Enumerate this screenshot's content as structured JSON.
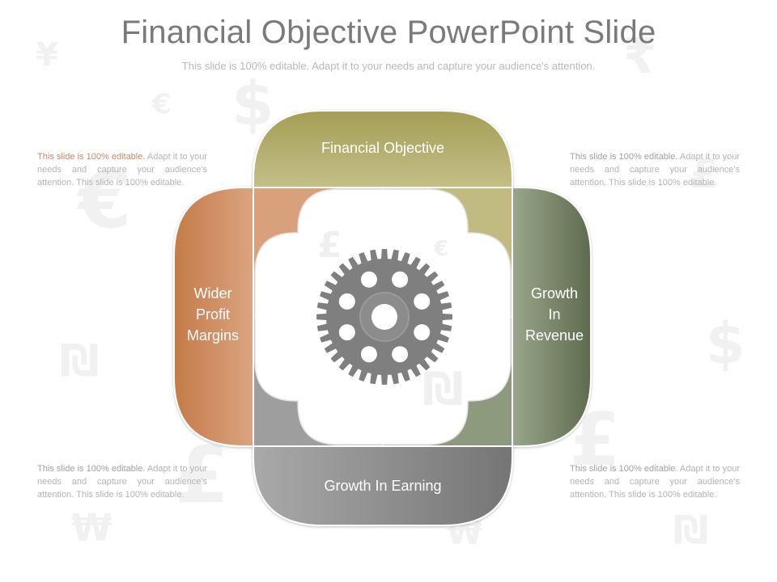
{
  "slide": {
    "title": "Financial Objective PowerPoint Slide",
    "subtitle": "This slide is 100% editable. Adapt it to your needs and capture your audience's attention."
  },
  "diagram": {
    "top": {
      "label": "Financial Objective",
      "color_light": "#c4bf88",
      "color_dark": "#a49e55"
    },
    "left": {
      "label_lines": [
        "Wider",
        "Profit",
        "Margins"
      ],
      "color_light": "#dba480",
      "color_dark": "#c57a48"
    },
    "right": {
      "label_lines": [
        "Growth",
        "In",
        "Revenue"
      ],
      "color_light": "#9aa68a",
      "color_dark": "#5f6b4f"
    },
    "bottom": {
      "label": "Growth In Earning",
      "color_light": "#a9a9a9",
      "color_dark": "#757575"
    },
    "center_icon": "gear-icon",
    "gear_color": "#7f7f7f"
  },
  "notes": [
    {
      "highlight": "This slide is 100% editable.",
      "rest": " Adapt it to your needs and capture your audience's attention. This slide is 100% editable."
    },
    {
      "highlight": "This slide is 100% editable.",
      "rest": " Adapt it to your needs and capture your audience's attention. This slide is 100% editable."
    },
    {
      "highlight": "This slide is 100% editable.",
      "rest": " Adapt it to your needs and capture your audience's attention. This slide is 100% editable."
    },
    {
      "highlight": "This slide is 100% editable.",
      "rest": " Adapt it to your needs and capture your audience's attention. This slide is 100% editable."
    }
  ],
  "background_icons": [
    "yen-icon",
    "euro-icon",
    "dollar-icon",
    "pound-icon",
    "shekel-icon",
    "rupee-icon",
    "won-icon"
  ]
}
